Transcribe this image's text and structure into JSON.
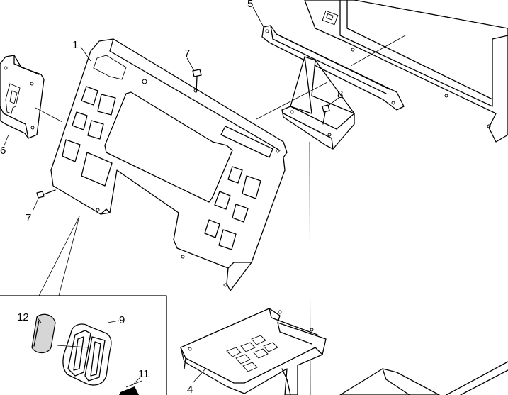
{
  "callouts": {
    "c1": "1",
    "c4": "4",
    "c5": "5",
    "c6": "6",
    "c7a": "7",
    "c7b": "7",
    "c8": "8",
    "c9": "9",
    "c11": "11",
    "c12": "12"
  },
  "colors": {
    "line": "#000000",
    "background": "#ffffff",
    "knob_fill": "#d6d6d6"
  }
}
